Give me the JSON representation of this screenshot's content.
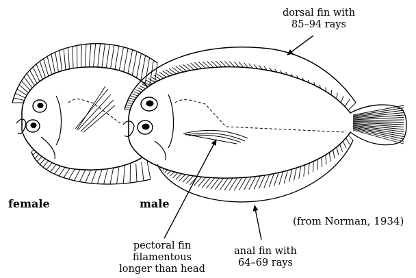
{
  "labels": {
    "female": "female",
    "male": "male",
    "dorsal_fin_line1": "dorsal fin with",
    "dorsal_fin_line2": "85–94 rays",
    "pectoral_fin_line1": "pectoral fin",
    "pectoral_fin_line2": "filamentous",
    "pectoral_fin_line3": "longer than head",
    "anal_fin_line1": "anal fin with",
    "anal_fin_line2": "64–69 rays",
    "citation": "(from Norman, 1934)"
  },
  "icons": {
    "female_fish": "flatfish-female-illustration",
    "male_fish": "flatfish-male-illustration",
    "arrows": "pointer-arrow"
  },
  "colors": {
    "ink": "#000000",
    "background": "#ffffff"
  }
}
